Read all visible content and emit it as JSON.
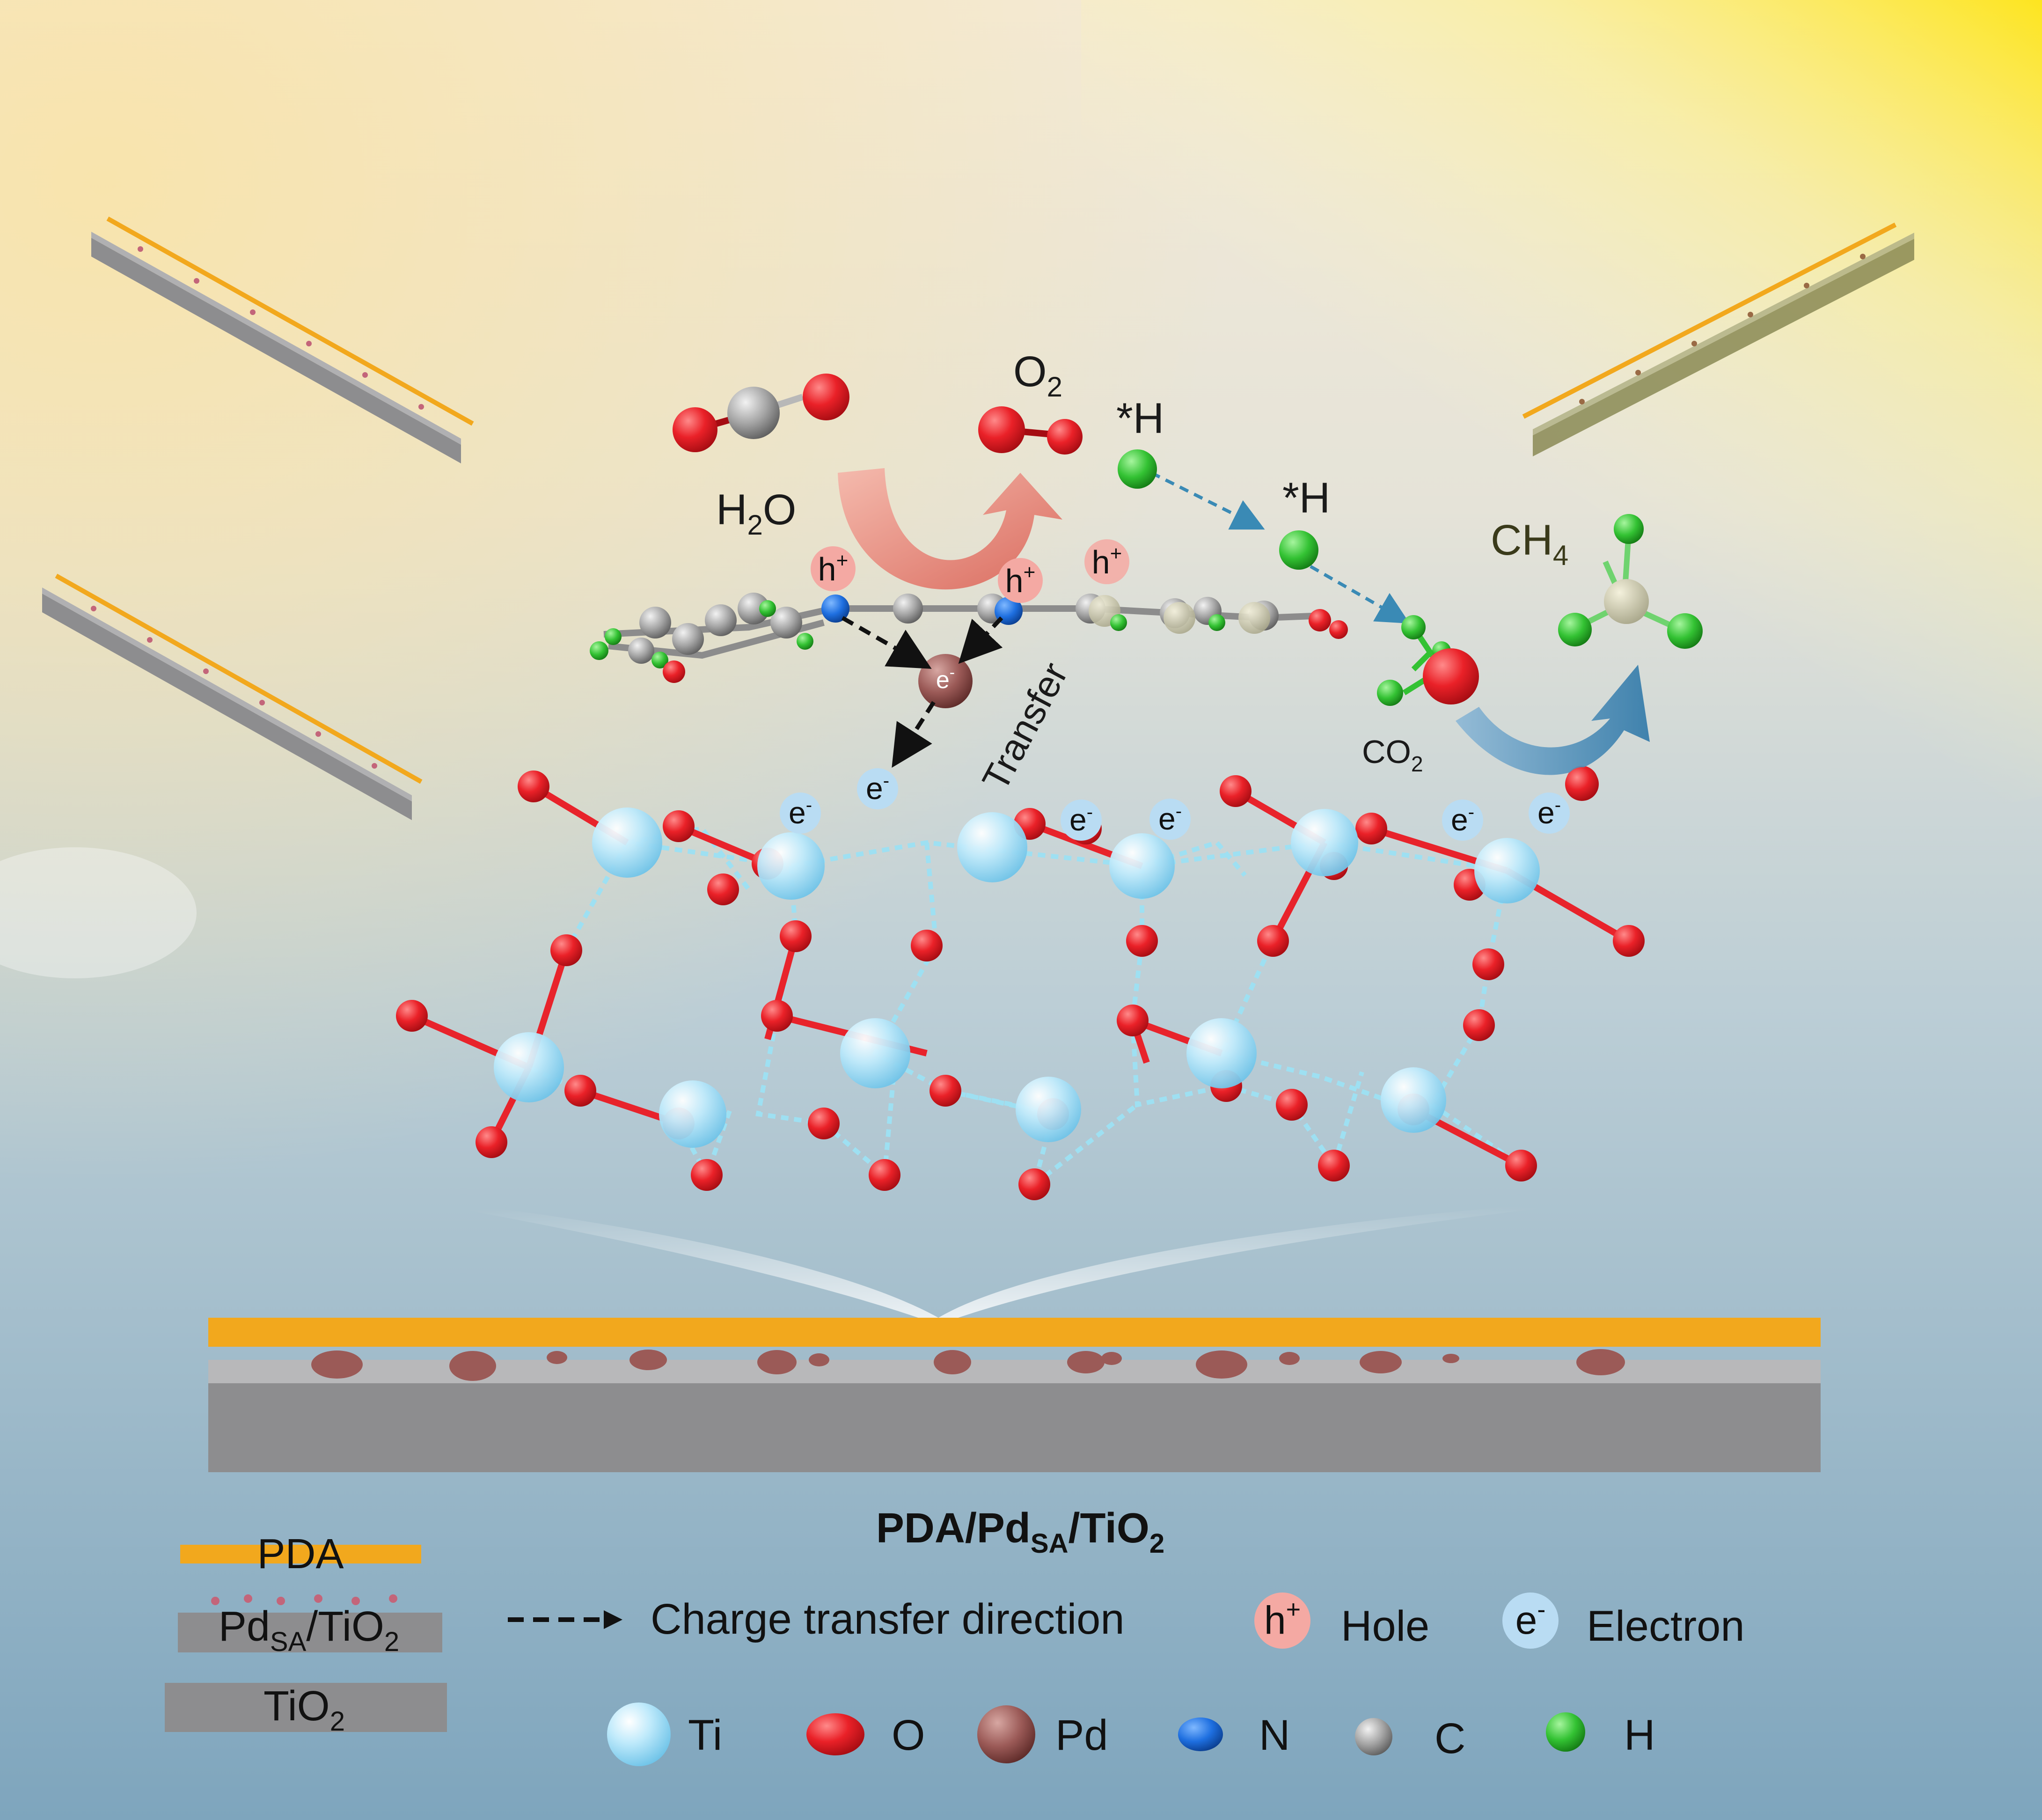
{
  "labels": {
    "o2": "O",
    "o2_sub": "2",
    "h2o_h": "H",
    "h2o_sub": "2",
    "h2o_o": "O",
    "star_h_1": "*H",
    "star_h_2": "*H",
    "ch4": "CH",
    "ch4_sub": "4",
    "co2": "CO",
    "co2_sub": "2",
    "transfer": "Transfer",
    "hole": "h",
    "hole_sup": "+",
    "electron": "e",
    "electron_sup": "-"
  },
  "title": {
    "main": "PDA/Pd",
    "sub": "SA",
    "tail": "/TiO",
    "tail_sub": "2"
  },
  "legend": {
    "layers": {
      "pda": "PDA",
      "pdsa_a": "Pd",
      "pdsa_sub": "SA",
      "pdsa_b": "/TiO",
      "pdsa_sub2": "2",
      "tio2": "TiO",
      "tio2_sub": "2"
    },
    "charge_transfer": "Charge transfer direction",
    "hole": "Hole",
    "electron": "Electron",
    "atoms": {
      "ti": "Ti",
      "o": "O",
      "pd": "Pd",
      "n": "N",
      "c": "C",
      "h": "H"
    }
  },
  "colors": {
    "pda": "#f2a81d",
    "tio2": "#8d8d8f",
    "ti": "#aee4f7",
    "o": "#e8232b",
    "pd": "#9b5a57",
    "n": "#1e6fe0",
    "c": "#9c9c9c",
    "h": "#33c233",
    "hole_bg": "#f4a9a3",
    "electron_bg": "#b9dcf3",
    "sunlight": "#ffe400"
  }
}
